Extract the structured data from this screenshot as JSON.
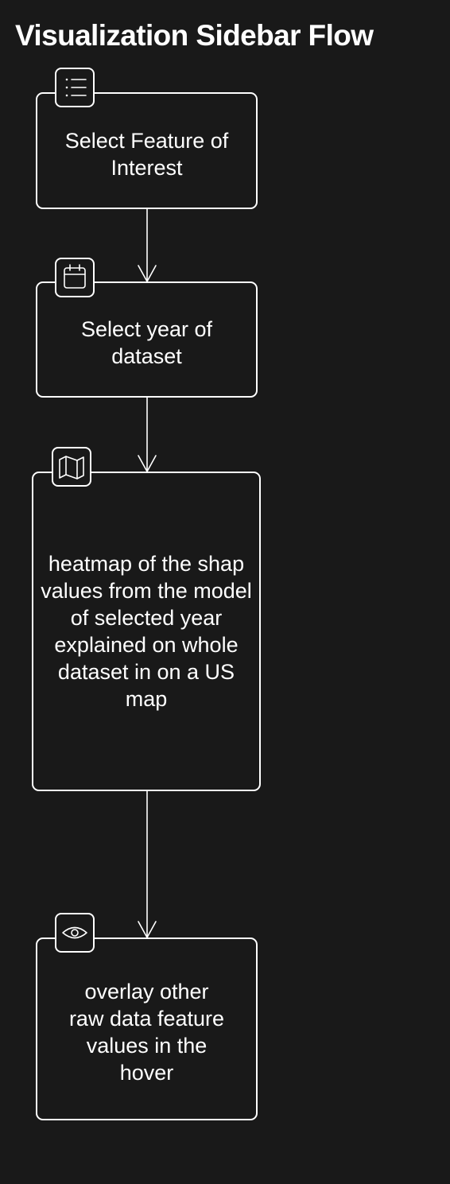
{
  "title": "Visualization Sidebar Flow",
  "nodes": [
    {
      "icon": "list-icon",
      "label": "Select Feature of Interest"
    },
    {
      "icon": "calendar-icon",
      "label": "Select year of dataset"
    },
    {
      "icon": "map-icon",
      "label": "heatmap of the shap values from the model of selected year explained on whole dataset in on a US map"
    },
    {
      "icon": "eye-icon",
      "label": "overlay other raw data feature values in the hover"
    }
  ],
  "colors": {
    "background": "#191919",
    "stroke": "#ffffff",
    "text": "#ffffff"
  }
}
